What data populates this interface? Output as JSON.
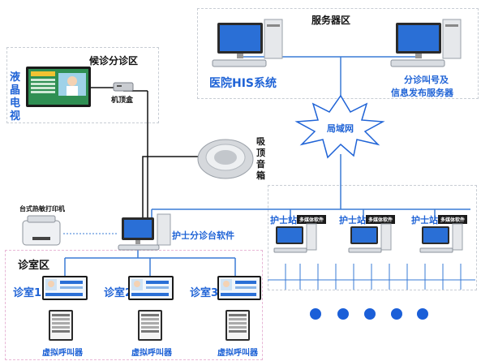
{
  "zones": {
    "server": "服务器区",
    "waiting": "候诊分诊区",
    "clinic": "诊室区"
  },
  "devices": {
    "lcd_tv": "液晶电视",
    "set_top_box": "机顶盒",
    "his_system": "医院HIS系统",
    "call_server_line1": "分诊叫号及",
    "call_server_line2": "信息发布服务器",
    "lan": "局域网",
    "ceiling_speaker": "吸顶音箱",
    "printer": "台式热敏打印机",
    "nurse_software": "护士分诊台软件"
  },
  "nurse_stations": [
    {
      "label": "护士站",
      "tag": "多媒体软件"
    },
    {
      "label": "护士站",
      "tag": "多媒体软件"
    },
    {
      "label": "护士站",
      "tag": "多媒体软件"
    }
  ],
  "clinic_rooms": [
    {
      "label": "诊室1",
      "terminal": "虚拟呼叫器"
    },
    {
      "label": "诊室2",
      "terminal": "虚拟呼叫器"
    },
    {
      "label": "诊室3",
      "terminal": "虚拟呼叫器"
    }
  ],
  "colors": {
    "accent": "#1f63d6",
    "line": "#3a7bd5",
    "dark_line": "#111111",
    "pink_zone": "#e8b7d6"
  }
}
